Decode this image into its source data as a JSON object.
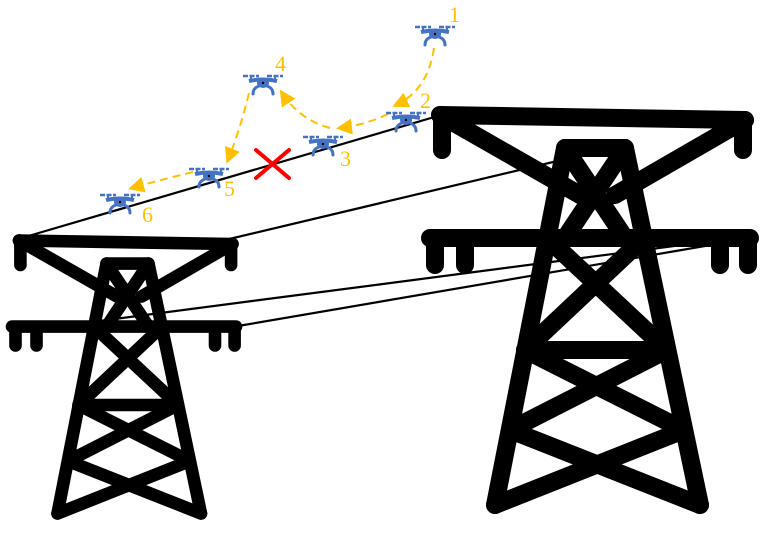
{
  "colors": {
    "drone": "#4472C4",
    "path": "#FFC000",
    "fault": "#FF0000",
    "tower": "#000000"
  },
  "drones": [
    {
      "label": "1"
    },
    {
      "label": "2"
    },
    {
      "label": "3"
    },
    {
      "label": "4"
    },
    {
      "label": "5"
    },
    {
      "label": "6"
    }
  ],
  "fault_marker": "x-mark"
}
